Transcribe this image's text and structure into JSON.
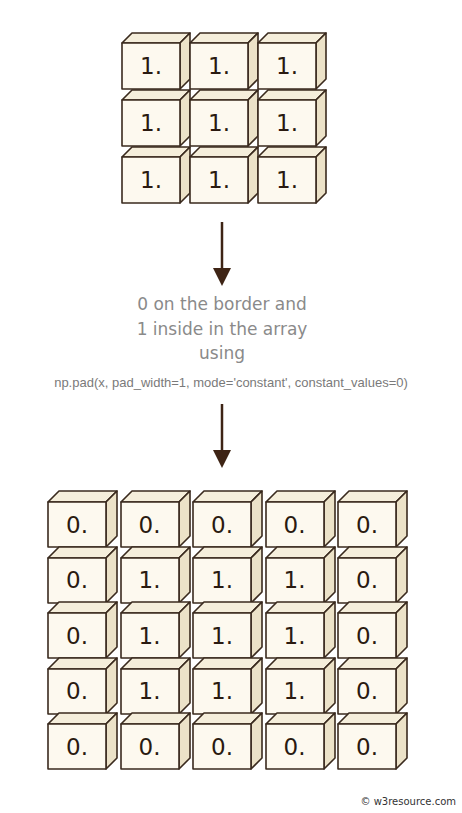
{
  "diagram": {
    "nodes": [
      {
        "text": [
          "1."
        ]
      },
      {
        "text": [
          "1."
        ]
      },
      {
        "text": [
          "1."
        ]
      },
      {
        "text": [
          "1."
        ]
      },
      {
        "text": [
          "1."
        ]
      },
      {
        "text": [
          "1."
        ]
      },
      {
        "text": [
          "1."
        ]
      },
      {
        "text": [
          "1."
        ]
      },
      {
        "text": [
          "1."
        ]
      },
      {
        "text": [
          "0."
        ]
      },
      {
        "text": [
          "0."
        ]
      },
      {
        "text": [
          "0."
        ]
      },
      {
        "text": [
          "0."
        ]
      },
      {
        "text": [
          "0."
        ]
      },
      {
        "text": [
          "0."
        ]
      },
      {
        "text": [
          "1."
        ]
      },
      {
        "text": [
          "1."
        ]
      },
      {
        "text": [
          "1."
        ]
      },
      {
        "text": [
          "0."
        ]
      },
      {
        "text": [
          "0."
        ]
      },
      {
        "text": [
          "1."
        ]
      },
      {
        "text": [
          "1."
        ]
      },
      {
        "text": [
          "1."
        ]
      },
      {
        "text": [
          "0."
        ]
      },
      {
        "text": [
          "0."
        ]
      },
      {
        "text": [
          "1."
        ]
      },
      {
        "text": [
          "1."
        ]
      },
      {
        "text": [
          "1."
        ]
      },
      {
        "text": [
          "0."
        ]
      },
      {
        "text": [
          "0."
        ]
      },
      {
        "text": [
          "0."
        ]
      },
      {
        "text": [
          "0."
        ]
      },
      {
        "text": [
          "0."
        ]
      },
      {
        "text": [
          "0."
        ]
      }
    ],
    "labels": [
      "0 on the border and 1 inside in the array using",
      "np.pad(x, pad_width=1, mode='constant', constant_values=0)",
      "© w3resource.com"
    ]
  }
}
